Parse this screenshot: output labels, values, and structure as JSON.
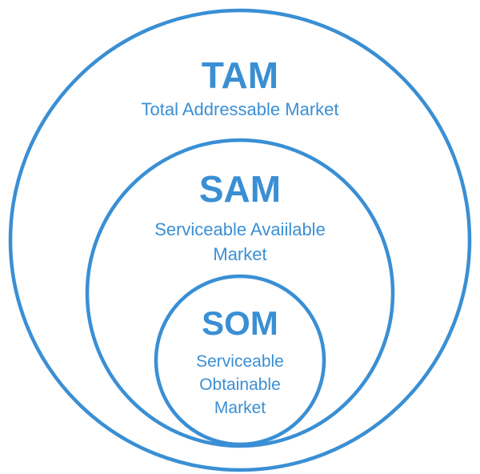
{
  "colors": {
    "accent": "#3a8fd4",
    "background": "#ffffff"
  },
  "tam": {
    "abbr": "TAM",
    "desc_lines": [
      "Total Addressable Market"
    ]
  },
  "sam": {
    "abbr": "SAM",
    "desc_lines": [
      "Serviceable Avaiilable",
      "Market"
    ]
  },
  "som": {
    "abbr": "SOM",
    "desc_lines": [
      "Serviceable",
      "Obtainable",
      "Market"
    ]
  }
}
